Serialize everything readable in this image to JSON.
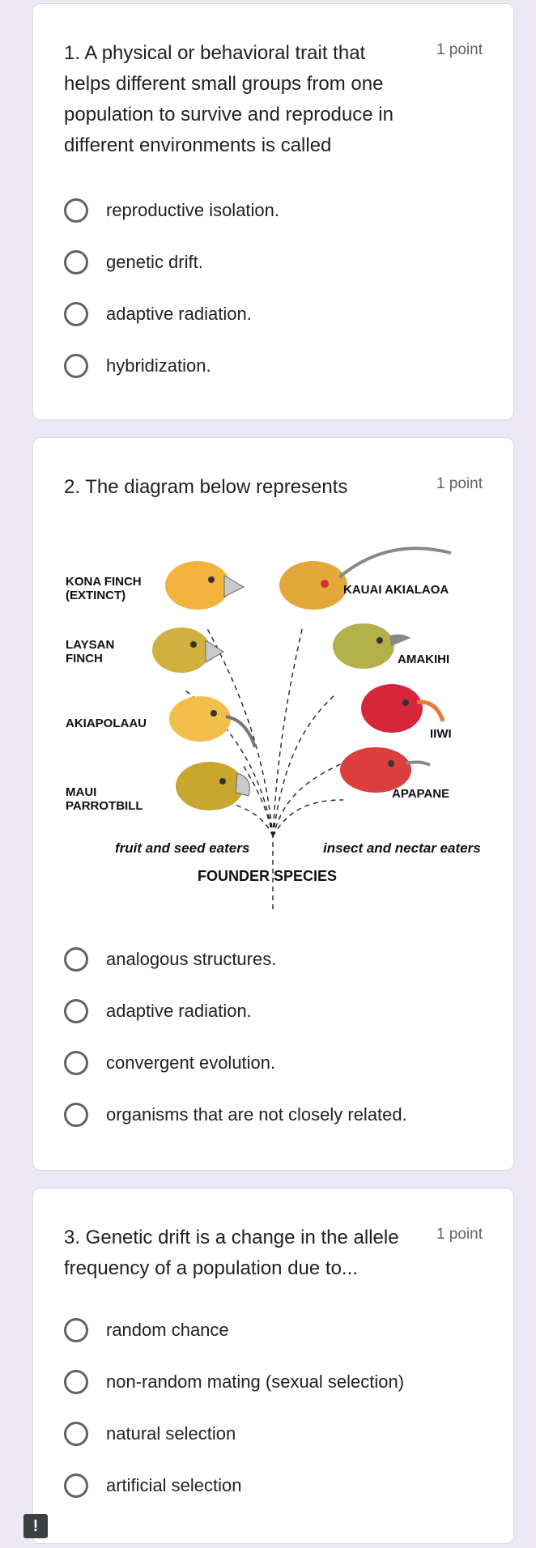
{
  "questions": [
    {
      "text": "1. A physical or behavioral trait that helps different small groups from one population to survive and reproduce in different environments is called",
      "points": "1 point",
      "options": [
        "reproductive isolation.",
        "genetic drift.",
        "adaptive radiation.",
        "hybridization."
      ]
    },
    {
      "text": "2. The diagram below represents",
      "points": "1 point",
      "diagram": {
        "birds": [
          {
            "label_line1": "KONA FINCH",
            "label_line2": "(EXTINCT)",
            "color": "#f2b43c"
          },
          {
            "label_line1": "LAYSAN",
            "label_line2": "FINCH",
            "color": "#d2b040"
          },
          {
            "label_line1": "AKIAPOLAAU",
            "label_line2": "",
            "color": "#f2c04a"
          },
          {
            "label_line1": "MAUI",
            "label_line2": "PARROTBILL",
            "color": "#c8a630"
          },
          {
            "label_line1": "KAUAI AKIALAOA",
            "label_line2": "",
            "color": "#e3a83a"
          },
          {
            "label_line1": "AMAKIHI",
            "label_line2": "",
            "color": "#b4b04a"
          },
          {
            "label_line1": "IIWI",
            "label_line2": "",
            "color": "#d6263a"
          },
          {
            "label_line1": "APAPANE",
            "label_line2": "",
            "color": "#dc3e3e"
          }
        ],
        "caption_left": "fruit and seed eaters",
        "caption_right": "insect and nectar eaters",
        "founder": "FOUNDER SPECIES"
      },
      "options": [
        "analogous structures.",
        "adaptive radiation.",
        "convergent evolution.",
        "organisms that are not closely related."
      ]
    },
    {
      "text": "3. Genetic drift is a change in the allele frequency of a population due to...",
      "points": "1 point",
      "options": [
        "random chance",
        "non-random mating (sexual selection)",
        "natural selection",
        "artificial selection"
      ]
    }
  ],
  "alert_icon": "!"
}
